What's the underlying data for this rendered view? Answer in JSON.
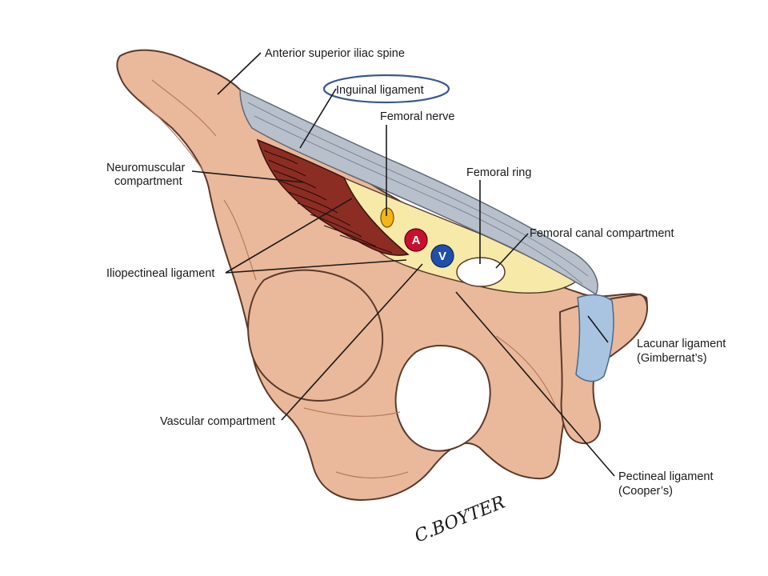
{
  "labels": {
    "asis": "Anterior superior iliac spine",
    "inguinal": "Inguinal ligament",
    "femoral_nerve": "Femoral nerve",
    "neuromuscular_1": "Neuromuscular",
    "neuromuscular_2": "compartment",
    "femoral_ring": "Femoral ring",
    "femoral_canal": "Femoral canal compartment",
    "iliopectineal": "Iliopectineal ligament",
    "lacunar_1": "Lacunar ligament",
    "lacunar_2": "(Gimbernat’s)",
    "vascular": "Vascular compartment",
    "pectineal_1": "Pectineal ligament",
    "pectineal_2": "(Cooper’s)"
  },
  "vessels": {
    "artery": "A",
    "vein": "V"
  },
  "signature": "C.BOYTER",
  "colors": {
    "bone": "#eab89a",
    "muscle": "#8c2d24",
    "ligament": "#b8c0cc",
    "lacunar": "#a9c4e0",
    "compartment": "#f7e9a8",
    "artery": "#c8102e",
    "vein": "#1f4fa8",
    "nerve": "#f2b51c",
    "highlight_ellipse": "#3b5a8c"
  }
}
